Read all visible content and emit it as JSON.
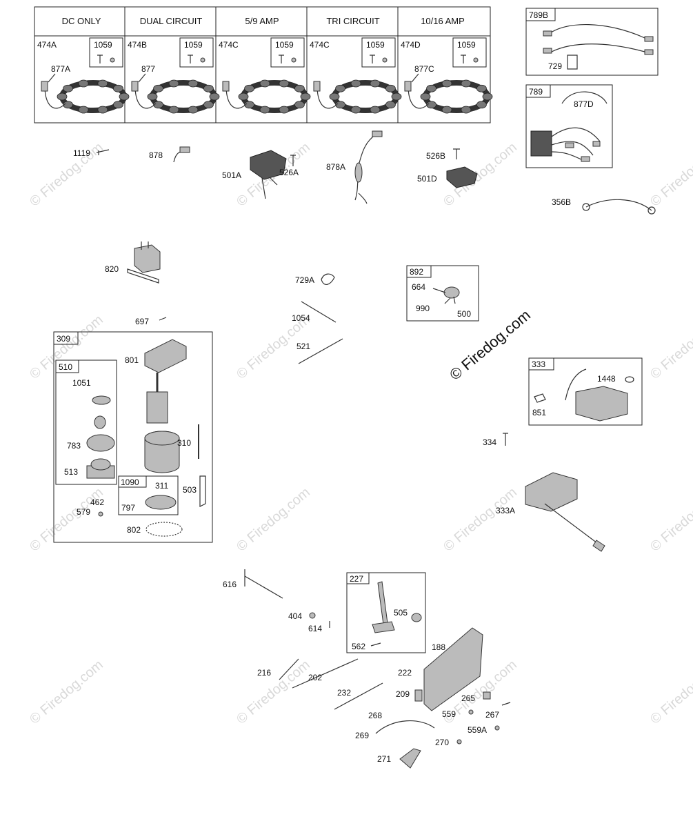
{
  "watermark": "© Firedog.com",
  "stator_headers": [
    "DC ONLY",
    "DUAL CIRCUIT",
    "5/9 AMP",
    "TRI CIRCUIT",
    "10/16 AMP"
  ],
  "stator_boxes": [
    {
      "id": "474A",
      "screw": "1059",
      "lead": "877A"
    },
    {
      "id": "474B",
      "screw": "1059",
      "lead": "877"
    },
    {
      "id": "474C",
      "screw": "1059",
      "lead": ""
    },
    {
      "id": "474C",
      "screw": "1059",
      "lead": ""
    },
    {
      "id": "474D",
      "screw": "1059",
      "lead": "877C"
    }
  ],
  "labels": {
    "p1119": "1119",
    "p878": "878",
    "p501A": "501A",
    "p526A": "526A",
    "p878A": "878A",
    "p526B": "526B",
    "p501D": "501D",
    "p356B": "356B",
    "p820": "820",
    "p729A": "729A",
    "p1054": "1054",
    "p521": "521",
    "p697": "697",
    "p334": "334",
    "p333A": "333A",
    "p616": "616",
    "p404": "404",
    "p614": "614",
    "p216": "216",
    "p202": "202",
    "p232": "232",
    "p222": "222",
    "p188": "188",
    "p209": "209",
    "p265": "265",
    "p267": "267",
    "p559": "559",
    "p559A": "559A",
    "p268": "268",
    "p269": "269",
    "p270": "270",
    "p271": "271"
  },
  "box789B": {
    "id": "789B",
    "part": "729"
  },
  "box789": {
    "id": "789",
    "part": "877D"
  },
  "box892": {
    "id": "892",
    "parts": [
      "664",
      "990",
      "500"
    ]
  },
  "box333": {
    "id": "333",
    "parts": [
      "1448",
      "851"
    ]
  },
  "box309": {
    "id": "309",
    "parts": [
      "801",
      "310",
      "503",
      "462",
      "579",
      "802"
    ]
  },
  "box510": {
    "id": "510",
    "parts": [
      "1051",
      "783",
      "513"
    ]
  },
  "box1090": {
    "id": "1090",
    "parts": [
      "311",
      "797"
    ]
  },
  "box227": {
    "id": "227",
    "parts": [
      "505",
      "562"
    ]
  }
}
